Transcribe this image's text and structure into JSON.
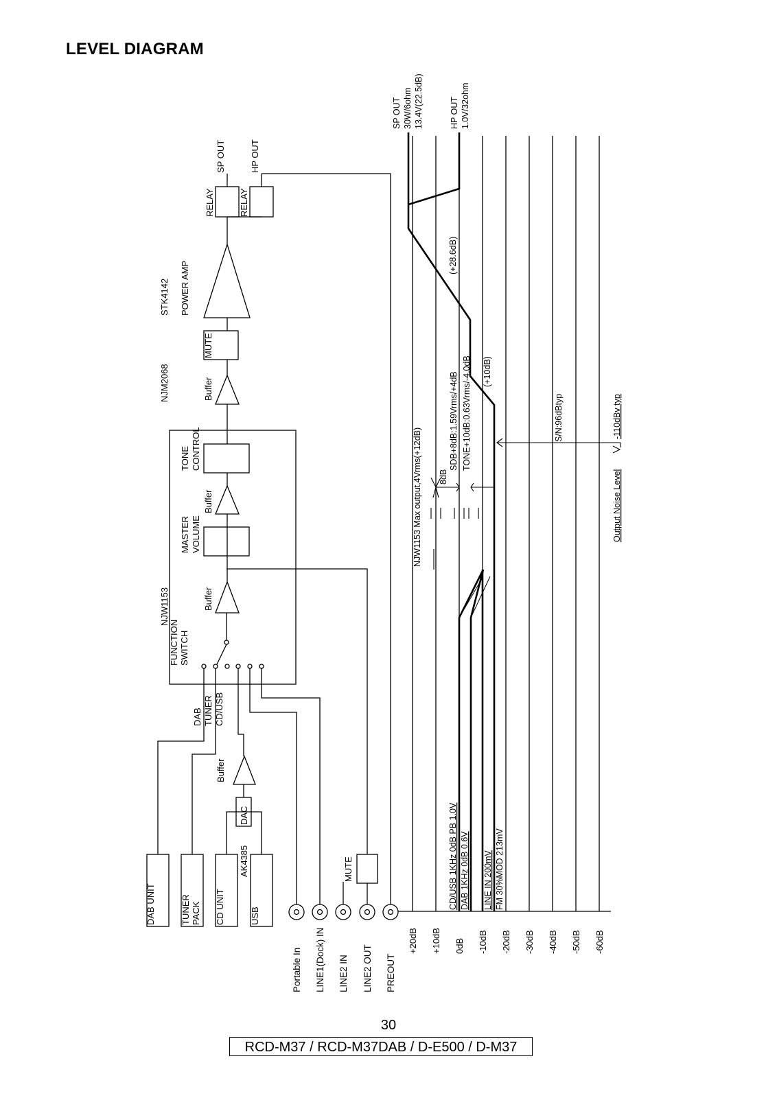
{
  "title": "LEVEL DIAGRAM",
  "page_number": "30",
  "models": "RCD-M37 / RCD-M37DAB / D-E500 / D-M37",
  "blocks": {
    "dab_unit": "DAB UNIT",
    "tuner_pack_1": "TUNER",
    "tuner_pack_2": "PACK",
    "cd_unit": "CD UNIT",
    "usb": "USB",
    "ak4385": "AK4385",
    "dac": "DAC",
    "buffer": "Buffer",
    "mute": "MUTE",
    "function_switch_1": "FUNCTION",
    "function_switch_2": "SWITCH",
    "njw1153": "NJW1153",
    "master_volume_1": "MASTER",
    "master_volume_2": "VOLUME",
    "tone_control_1": "TONE",
    "tone_control_2": "CONTROL",
    "njm2068": "NJM2068",
    "stk4142": "STK4142",
    "power_amp": "POWER AMP",
    "relay": "RELAY",
    "sp_out": "SP OUT",
    "hp_out": "HP OUT"
  },
  "function_inputs": [
    "DAB",
    "TUNER",
    "CD/USB"
  ],
  "inputs": [
    "Portable In",
    "LINE1(Dock) IN",
    "LINE2 IN",
    "LINE2 OUT",
    "PREOUT"
  ],
  "db_scale": [
    "+20dB",
    "+10dB",
    "0dB",
    "-10dB",
    "-20dB",
    "-30dB",
    "-40dB",
    "-50dB",
    "-60dB"
  ],
  "annotations": {
    "sp_out_1": "SP OUT",
    "sp_out_2": "30W/6ohm",
    "sp_out_3": "13.4V(22.5dB)",
    "hp_out_1": "HP OUT",
    "hp_out_2": "1.0V/32ohm",
    "gain_amp": "(+28.6dB)",
    "gain_buffer": "(+10dB)",
    "njw1153_max": "NJW1153 Max output,4Vrms(+12dB)",
    "sdb": "SDB+8dB:1.59Vrms/+4dB",
    "tone": "TONE+10dB:0.63Vrms/-4.0dB",
    "eight_db": "8dB",
    "sn": "S/N:96dBtyp",
    "noise_label": "Output Noise Level",
    "noise_value": "-110dBv typ",
    "cdusb_in": "CD/USB 1KHz 0dB PB 1.0V",
    "dab_in": "DAB 1KHz 0dB  0.6V",
    "line_in": "LINE IN 200mV",
    "fm_in": "FM  30%MOD 213mV"
  }
}
